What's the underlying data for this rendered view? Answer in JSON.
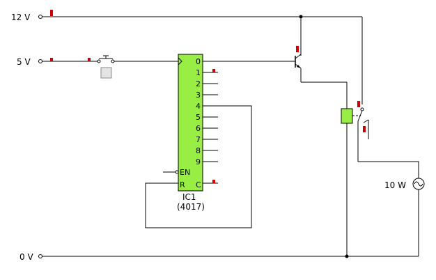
{
  "rails": {
    "v12": "12 V",
    "v5": "5 V",
    "v0": "0 V"
  },
  "ic": {
    "name": "IC1",
    "part": "(4017)",
    "outputs": [
      "0",
      "1",
      "2",
      "3",
      "4",
      "5",
      "6",
      "7",
      "8",
      "9"
    ],
    "enable_label": "EN",
    "reset_label": "R",
    "carry_label": "C",
    "body_color": "#99ee44"
  },
  "load": {
    "label": "10 W"
  },
  "relay": {
    "coil_color": "#99ee44"
  },
  "probe_color": "#cc0000"
}
